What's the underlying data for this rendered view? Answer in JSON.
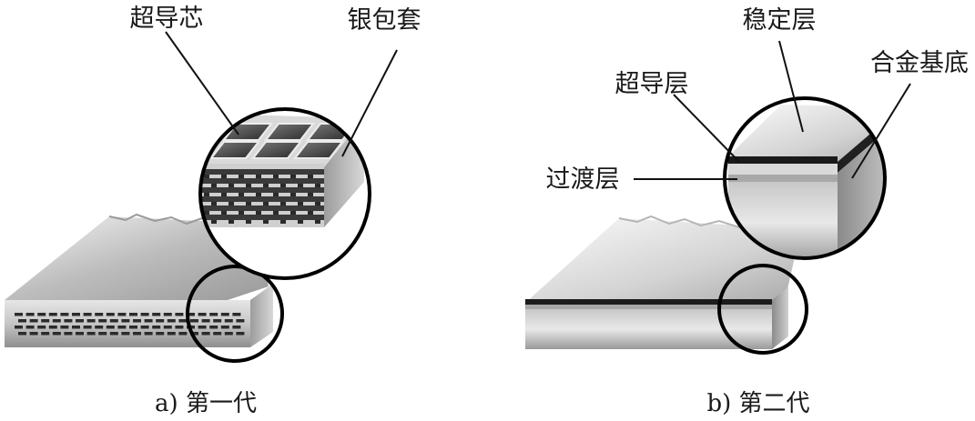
{
  "panel_a": {
    "caption": "a) 第一代",
    "labels": {
      "superconducting_core": "超导芯",
      "silver_sheath": "银包套"
    }
  },
  "panel_b": {
    "caption": "b) 第二代",
    "labels": {
      "stabilizer_layer": "稳定层",
      "alloy_substrate": "合金基底",
      "superconducting_layer": "超导层",
      "buffer_layer": "过渡层"
    }
  }
}
